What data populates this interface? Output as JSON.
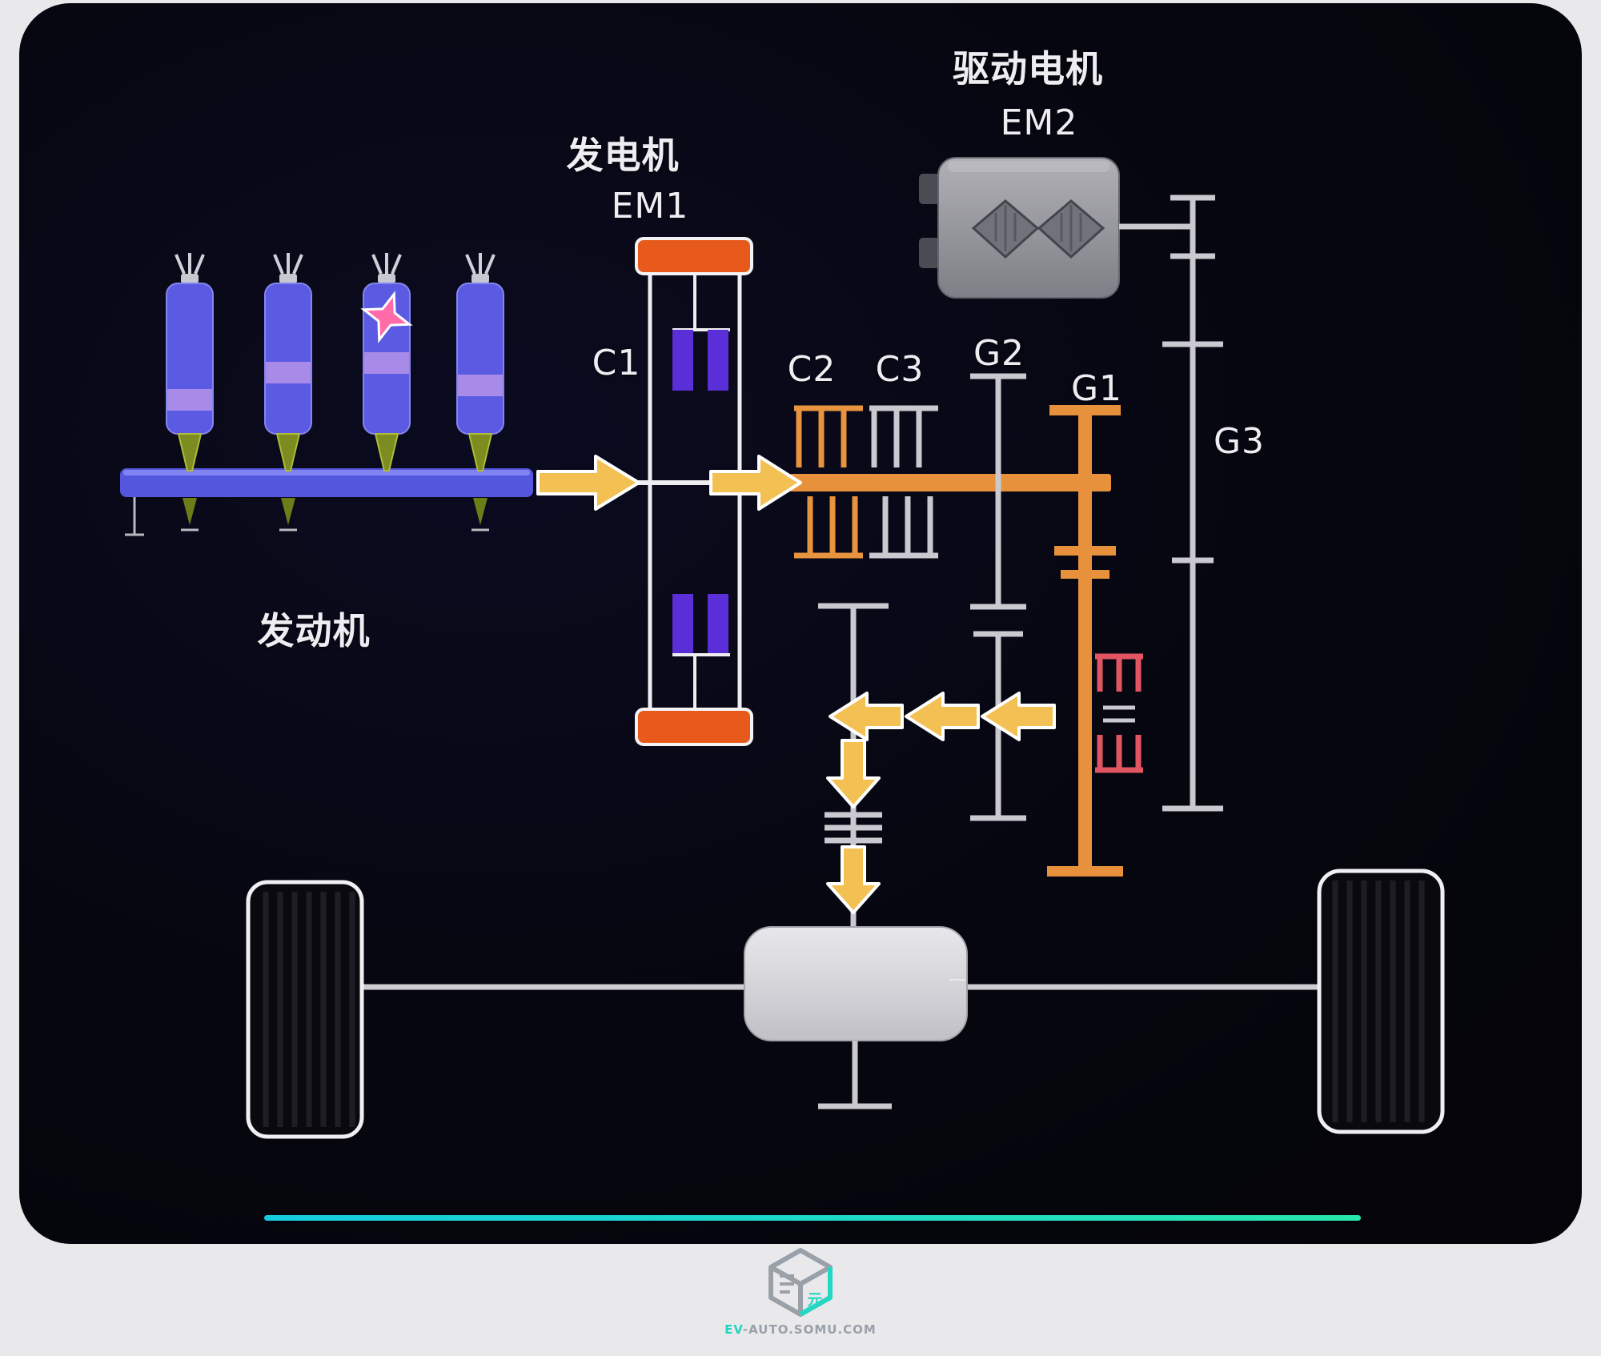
{
  "labels": {
    "engine": "发动机",
    "generator_name": "发电机",
    "generator_code": "EM1",
    "drive_motor_name": "驱动电机",
    "drive_motor_code": "EM2",
    "clutch_c1": "C1",
    "clutch_c2": "C2",
    "clutch_c3": "C3",
    "gear_g1": "G1",
    "gear_g2": "G2",
    "gear_g3": "G3"
  },
  "watermark": {
    "brand_highlight": "EV",
    "brand_rest": "-AUTO.SOMU.COM"
  },
  "colors": {
    "panel_background": "#06060f",
    "engine_blue": "#5a5ae2",
    "piston_purple": "#a88ae9",
    "generator_orange": "#e85a1c",
    "shaft_orange": "#e8913c",
    "arrow_yellow": "#f3c054",
    "line_gray": "#c9c9cf",
    "synchronizer_red": "#e25563",
    "divider_teal": "#1fd9c6",
    "rod_green": "#7c8c20"
  }
}
